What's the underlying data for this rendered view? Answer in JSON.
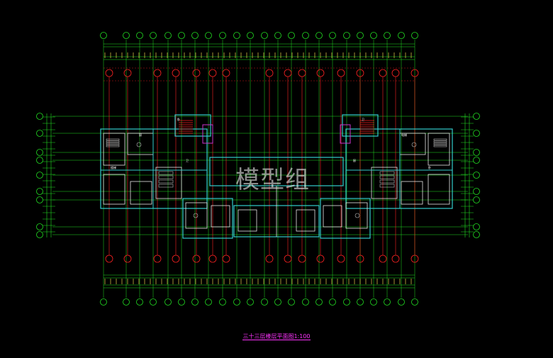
{
  "drawing": {
    "title": "三十三层楼层平面图1:100",
    "watermark": "模型组",
    "room_tags": [
      "卧",
      "卫",
      "厨",
      "电梯",
      "楼梯"
    ],
    "colors": {
      "background": "#000000",
      "grid_green": "#22dd22",
      "axis_red": "#ff2222",
      "wall_cyan": "#33cccc",
      "wall_white": "#e8e8e8",
      "dim_yellow": "#e8d24a",
      "stair_magenta": "#cc33cc",
      "label_magenta": "#ff33ff",
      "fixture_grey": "#bbbbbb"
    }
  }
}
